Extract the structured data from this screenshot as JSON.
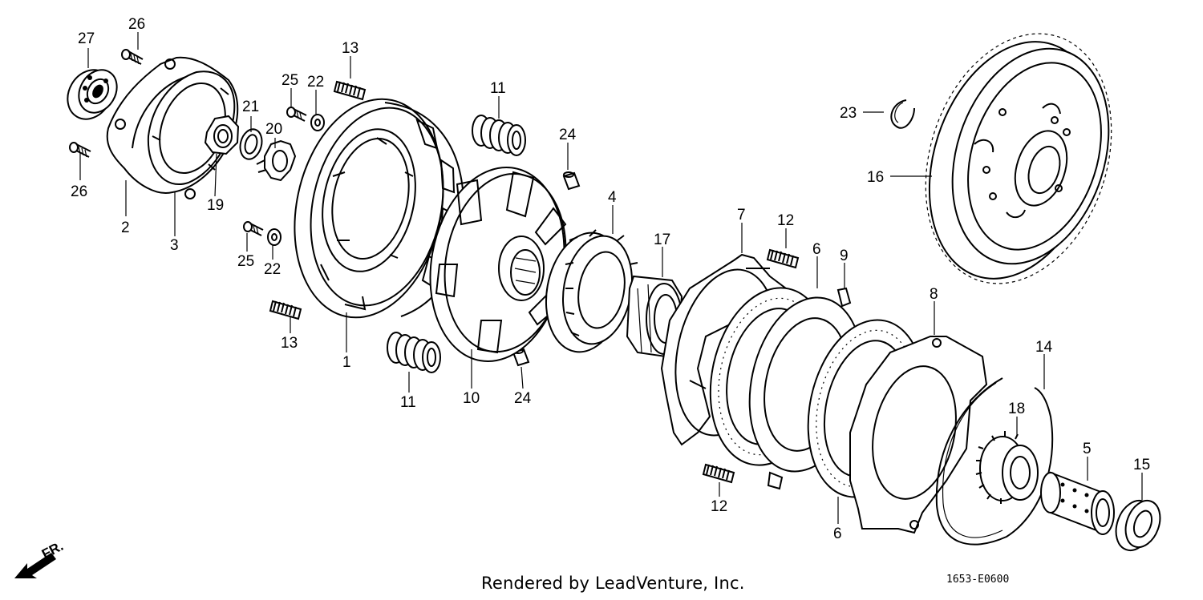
{
  "diagram": {
    "credit": "Rendered by LeadVenture, Inc.",
    "code": "1653-E0600",
    "direction_label": "FR.",
    "callouts": [
      {
        "id": "c27a",
        "text": "27"
      },
      {
        "id": "c26a",
        "text": "26"
      },
      {
        "id": "c26b",
        "text": "26"
      },
      {
        "id": "c2",
        "text": "2"
      },
      {
        "id": "c3",
        "text": "3"
      },
      {
        "id": "c19",
        "text": "19"
      },
      {
        "id": "c21",
        "text": "21"
      },
      {
        "id": "c20",
        "text": "20"
      },
      {
        "id": "c25a",
        "text": "25"
      },
      {
        "id": "c22a",
        "text": "22"
      },
      {
        "id": "c25b",
        "text": "25"
      },
      {
        "id": "c22b",
        "text": "22"
      },
      {
        "id": "c13a",
        "text": "13"
      },
      {
        "id": "c13b",
        "text": "13"
      },
      {
        "id": "c1",
        "text": "1"
      },
      {
        "id": "c11a",
        "text": "11"
      },
      {
        "id": "c11b",
        "text": "11"
      },
      {
        "id": "c10",
        "text": "10"
      },
      {
        "id": "c24a",
        "text": "24"
      },
      {
        "id": "c24b",
        "text": "24"
      },
      {
        "id": "c4",
        "text": "4"
      },
      {
        "id": "c17",
        "text": "17"
      },
      {
        "id": "c7",
        "text": "7"
      },
      {
        "id": "c12a",
        "text": "12"
      },
      {
        "id": "c12b",
        "text": "12"
      },
      {
        "id": "c6a",
        "text": "6"
      },
      {
        "id": "c6b",
        "text": "6"
      },
      {
        "id": "c9",
        "text": "9"
      },
      {
        "id": "c8",
        "text": "8"
      },
      {
        "id": "c14",
        "text": "14"
      },
      {
        "id": "c18",
        "text": "18"
      },
      {
        "id": "c5",
        "text": "5"
      },
      {
        "id": "c15",
        "text": "15"
      },
      {
        "id": "c23",
        "text": "23"
      },
      {
        "id": "c16",
        "text": "16"
      }
    ]
  }
}
